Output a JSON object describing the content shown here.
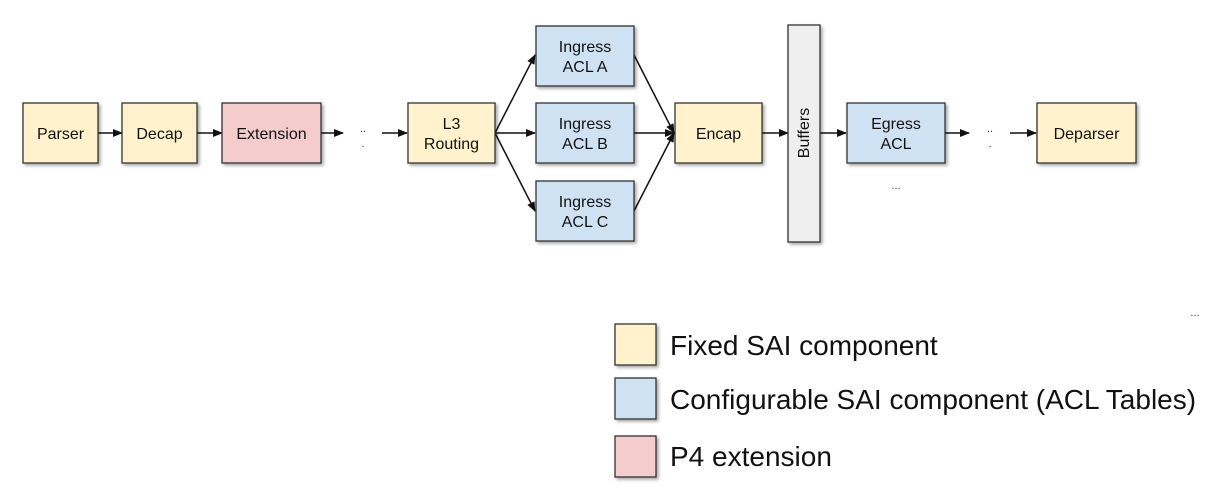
{
  "colors": {
    "fixed": "#fff2cc",
    "configurable": "#cfe2f3",
    "p4": "#f4cccc",
    "buffers": "#efefef",
    "stroke": "#333333"
  },
  "nodes": {
    "parser": "Parser",
    "decap": "Decap",
    "extension": "Extension",
    "l3_routing": [
      "L3",
      "Routing"
    ],
    "ingress_acl_a": [
      "Ingress",
      "ACL A"
    ],
    "ingress_acl_b": [
      "Ingress",
      "ACL B"
    ],
    "ingress_acl_c": [
      "Ingress",
      "ACL C"
    ],
    "encap": "Encap",
    "buffers": "Buffers",
    "egress_acl": [
      "Egress",
      "ACL"
    ],
    "deparser": "Deparser"
  },
  "ellipses": {
    "after_extension": "..",
    "after_egress": "..",
    "below_egress": "...",
    "right_margin": "..."
  },
  "legend": [
    {
      "key": "fixed",
      "label": "Fixed SAI component"
    },
    {
      "key": "configurable",
      "label": "Configurable SAI component (ACL Tables)"
    },
    {
      "key": "p4",
      "label": "P4 extension"
    }
  ]
}
